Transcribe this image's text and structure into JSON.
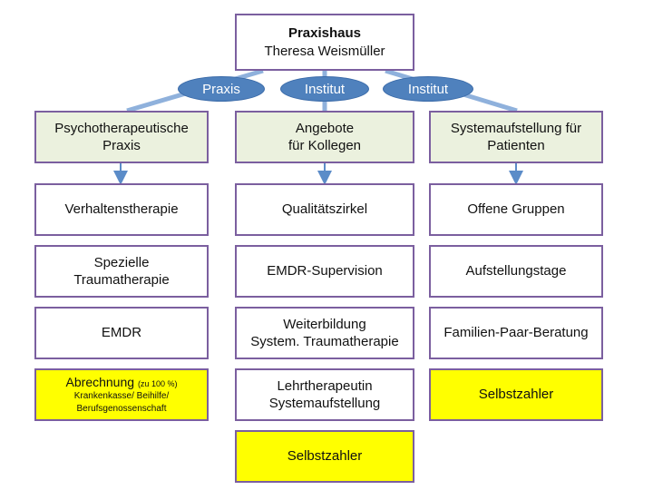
{
  "root": {
    "title": "Praxishaus",
    "subtitle": "Theresa Weismüller"
  },
  "ovals": [
    {
      "label": "Praxis"
    },
    {
      "label": "Institut"
    },
    {
      "label": "Institut"
    }
  ],
  "columns": [
    {
      "header": [
        "Psychotherapeutische",
        "Praxis"
      ],
      "items": [
        [
          "Verhaltenstherapie"
        ],
        [
          "Spezielle",
          "Traumatherapie"
        ],
        [
          "EMDR"
        ]
      ],
      "billing": {
        "main": "Abrechnung",
        "percent": "(zu 100 %)",
        "line2": "Krankenkasse/ Beihilfe/",
        "line3": "Berufsgenossenschaft"
      }
    },
    {
      "header": [
        "Angebote",
        "für Kollegen"
      ],
      "items": [
        [
          "Qualitätszirkel"
        ],
        [
          "EMDR-Supervision"
        ],
        [
          "Weiterbildung",
          "System. Traumatherapie"
        ],
        [
          "Lehrtherapeutin",
          "Systemaufstellung"
        ]
      ],
      "billing": {
        "main": "Selbstzahler"
      }
    },
    {
      "header": [
        "Systemaufstellung für",
        "Patienten"
      ],
      "items": [
        [
          "Offene Gruppen"
        ],
        [
          "Aufstellungstage"
        ],
        [
          "Familien-Paar-Beratung"
        ]
      ],
      "billing": {
        "main": "Selbstzahler"
      }
    }
  ],
  "colors": {
    "border": "#7b5f9f",
    "header_fill": "#ebf1de",
    "billing_fill": "#ffff00",
    "oval_fill": "#4f81bd",
    "connector": "#5b8cc8"
  }
}
